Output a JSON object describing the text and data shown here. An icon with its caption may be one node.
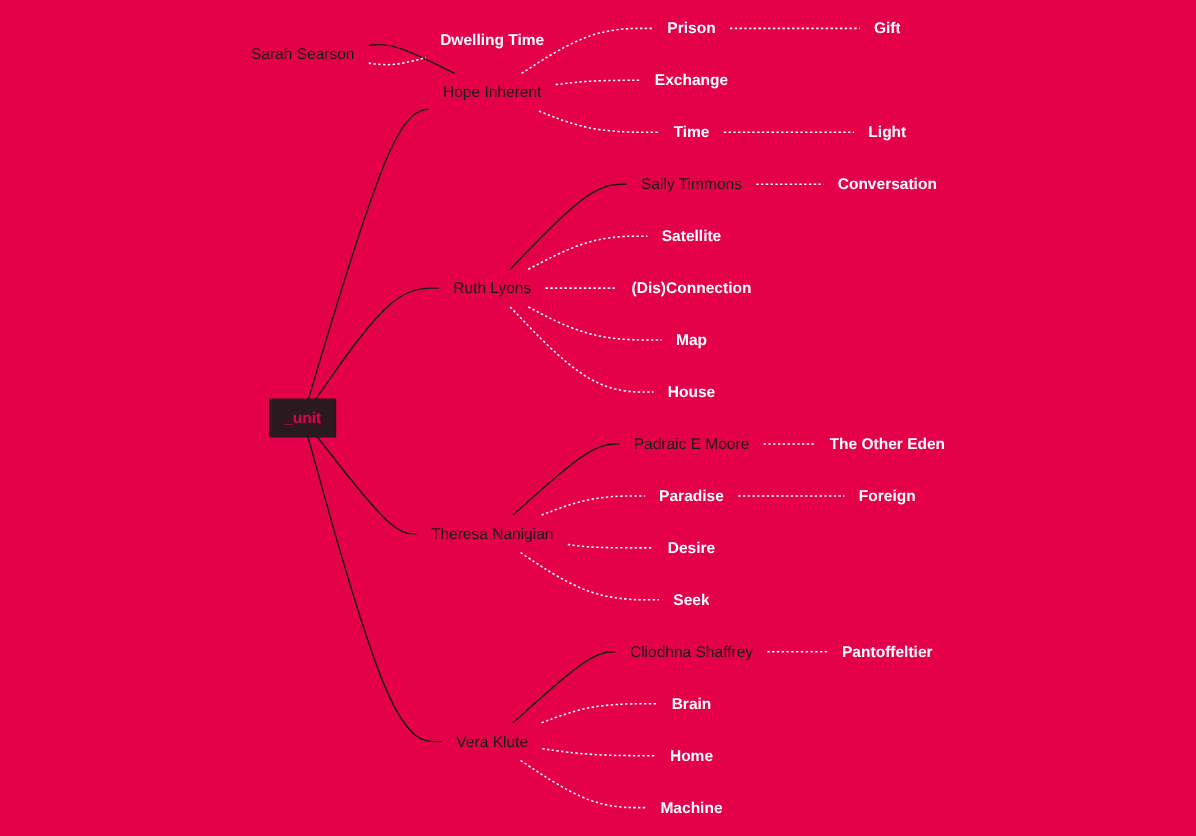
{
  "diagram": {
    "nodes": [
      {
        "text": [
          "Dwelling Time"
        ]
      },
      {
        "text": [
          "Sarah Searson"
        ]
      },
      {
        "text": [
          "Gift"
        ]
      },
      {
        "text": [
          "Prison"
        ]
      },
      {
        "text": [
          "Exchange"
        ]
      },
      {
        "text": [
          "Satellite"
        ]
      },
      {
        "text": [
          "Hope Inherent"
        ]
      },
      {
        "text": [
          "Light"
        ]
      },
      {
        "text": [
          "Ruth Lyons"
        ]
      },
      {
        "text": [
          "Time"
        ]
      },
      {
        "text": [
          "(Dis)Connection"
        ]
      },
      {
        "text": [
          "Map"
        ]
      },
      {
        "text": [
          "House"
        ]
      },
      {
        "text": [
          "Pantoffeltier"
        ]
      },
      {
        "text": [
          "_unit"
        ]
      },
      {
        "text": [
          "Sally Timmons"
        ]
      },
      {
        "text": [
          "Brain"
        ]
      },
      {
        "text": [
          "Cliodhna Shaffrey"
        ]
      },
      {
        "text": [
          "Conversation"
        ]
      },
      {
        "text": [
          "Vera Klute"
        ]
      },
      {
        "text": [
          "Foreign"
        ]
      },
      {
        "text": [
          "Paradise"
        ]
      },
      {
        "text": [
          "Home"
        ]
      },
      {
        "text": [
          "Desire"
        ]
      },
      {
        "text": [
          "Machine"
        ]
      },
      {
        "text": [
          "Theresa Nanigian"
        ]
      },
      {
        "text": [
          "Seek"
        ]
      },
      {
        "text": [
          "Padraic E Moore"
        ]
      },
      {
        "text": [
          "The Other Eden"
        ]
      }
    ],
    "edges": [
      {
        "from": 14,
        "to": 6,
        "arrow": "none",
        "color": "#1a1a1a"
      },
      {
        "from": 1,
        "to": 6,
        "arrow": "none",
        "color": "#1a1a1a"
      },
      {
        "from": 14,
        "to": 8,
        "arrow": "none",
        "color": "#1a1a1a"
      },
      {
        "from": 8,
        "to": 15,
        "arrow": "none",
        "color": "#1a1a1a"
      },
      {
        "from": 14,
        "to": 25,
        "arrow": "none",
        "color": "#1a1a1a"
      },
      {
        "from": 14,
        "to": 19,
        "arrow": "none",
        "color": "#1a1a1a"
      },
      {
        "from": 19,
        "to": 17,
        "arrow": "none",
        "color": "#1a1a1a"
      },
      {
        "from": 25,
        "to": 27,
        "arrow": "none",
        "color": "#1a1a1a"
      },
      {
        "from": 1,
        "to": 0,
        "arrow": "none",
        "style": "dashed"
      },
      {
        "from": 8,
        "to": 5,
        "arrow": "none",
        "style": "dashed"
      },
      {
        "from": 8,
        "to": 10,
        "arrow": "none",
        "style": "dashed"
      },
      {
        "from": 8,
        "to": 11,
        "arrow": "none",
        "style": "dashed"
      },
      {
        "from": 8,
        "to": 12,
        "arrow": "none",
        "style": "dashed"
      },
      {
        "from": 15,
        "to": 18,
        "arrow": "none",
        "style": "dashed"
      },
      {
        "from": 6,
        "to": 3,
        "arrow": "none",
        "style": "dashed"
      },
      {
        "from": 3,
        "to": 2,
        "arrow": "none",
        "style": "dashed"
      },
      {
        "from": 6,
        "to": 4,
        "arrow": "none",
        "style": "dashed"
      },
      {
        "from": 6,
        "to": 9,
        "arrow": "none",
        "style": "dashed"
      },
      {
        "from": 9,
        "to": 7,
        "arrow": "none",
        "style": "dashed"
      },
      {
        "from": 17,
        "to": 13,
        "arrow": "none",
        "style": "dashed"
      },
      {
        "from": 19,
        "to": 16,
        "arrow": "none",
        "style": "dashed"
      },
      {
        "from": 19,
        "to": 22,
        "arrow": "none",
        "style": "dashed"
      },
      {
        "from": 19,
        "to": 24,
        "arrow": "none",
        "style": "dashed"
      },
      {
        "from": 25,
        "to": 21,
        "arrow": "none",
        "style": "dashed"
      },
      {
        "from": 21,
        "to": 20,
        "arrow": "none",
        "style": "dashed"
      },
      {
        "from": 25,
        "to": 23,
        "arrow": "none",
        "style": "dashed"
      },
      {
        "from": 25,
        "to": 26,
        "arrow": "none",
        "style": "dashed"
      },
      {
        "from": 27,
        "to": 28,
        "arrow": "none",
        "style": "dashed"
      }
    ]
  }
}
